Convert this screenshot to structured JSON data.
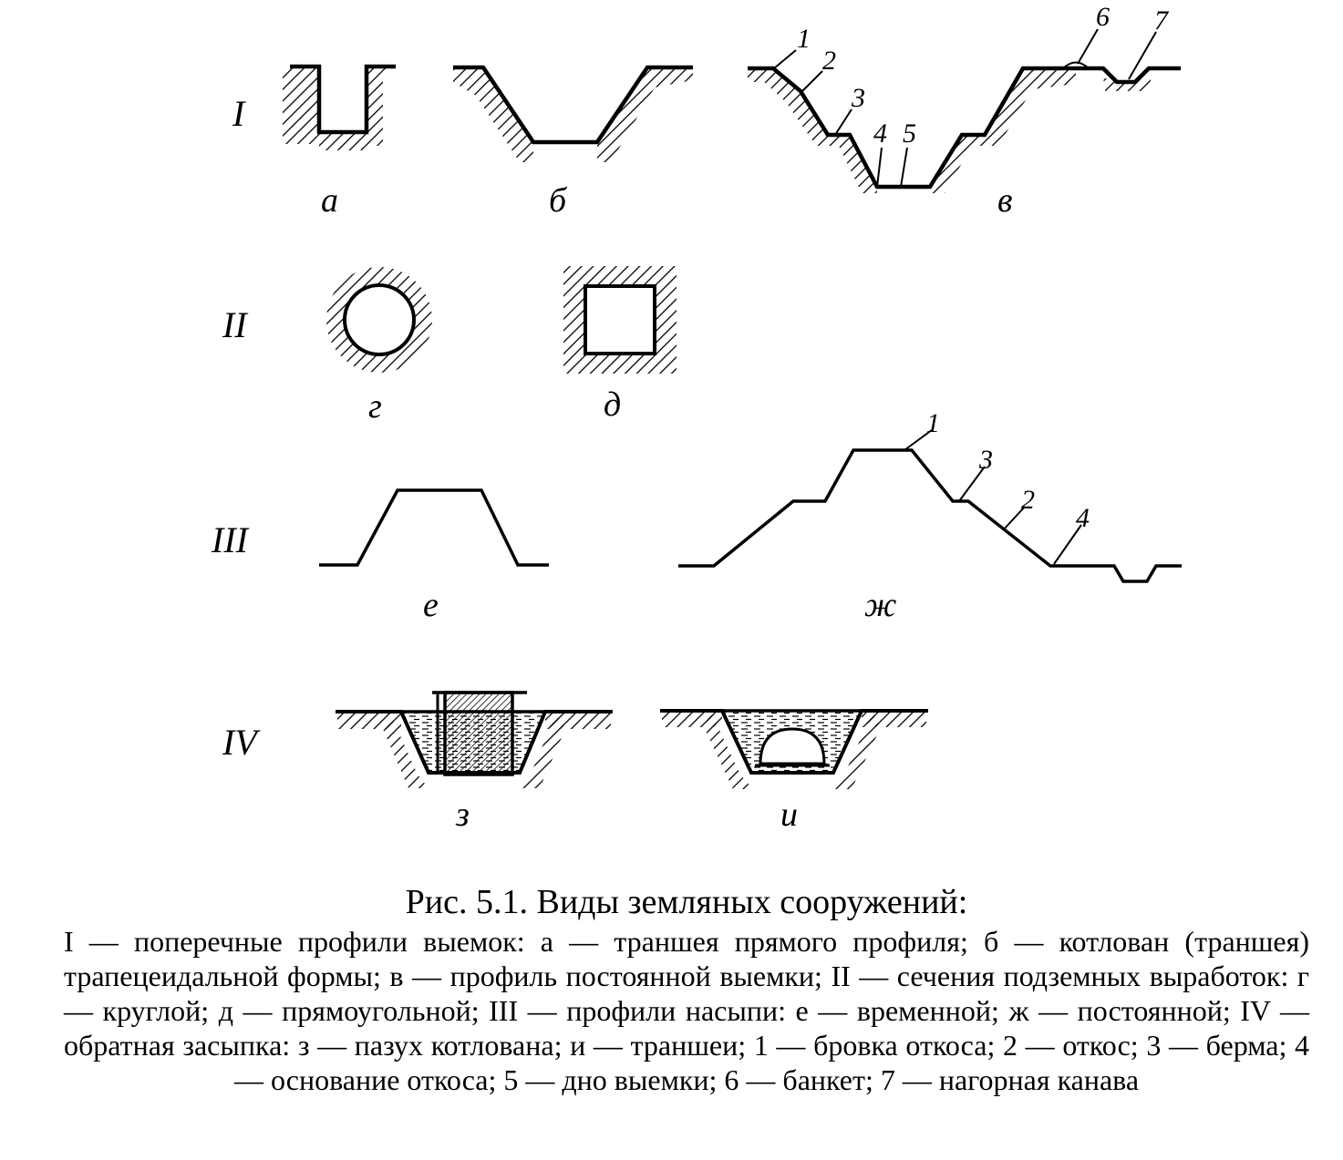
{
  "figure": {
    "rows": [
      "I",
      "II",
      "III",
      "IV"
    ],
    "sublabels": {
      "a": "а",
      "b": "б",
      "v": "в",
      "g": "г",
      "d": "д",
      "e": "е",
      "zh": "ж",
      "z": "з",
      "i": "и"
    },
    "excavation_callouts": [
      "1",
      "2",
      "3",
      "4",
      "5",
      "6",
      "7"
    ],
    "embankment_callouts": [
      "1",
      "3",
      "2",
      "4"
    ]
  },
  "caption": {
    "title": "Рис. 5.1. Виды земляных сооружений:",
    "body": "I — поперечные профили выемок: а — траншея прямого профиля; б — котлован (траншея) трапецеидальной формы; в — профиль постоянной выемки; II — сечения подземных выработок: г — круглой; д — прямоугольной; III — профили насыпи: е — временной; ж — постоянной; IV — обратная засыпка: з — пазух котлована; и — траншеи; 1 — бровка откоса; 2 — откос; 3 — берма; 4 — основание откоса; 5 — дно выемки; 6 — банкет; 7 — нагорная канава"
  }
}
